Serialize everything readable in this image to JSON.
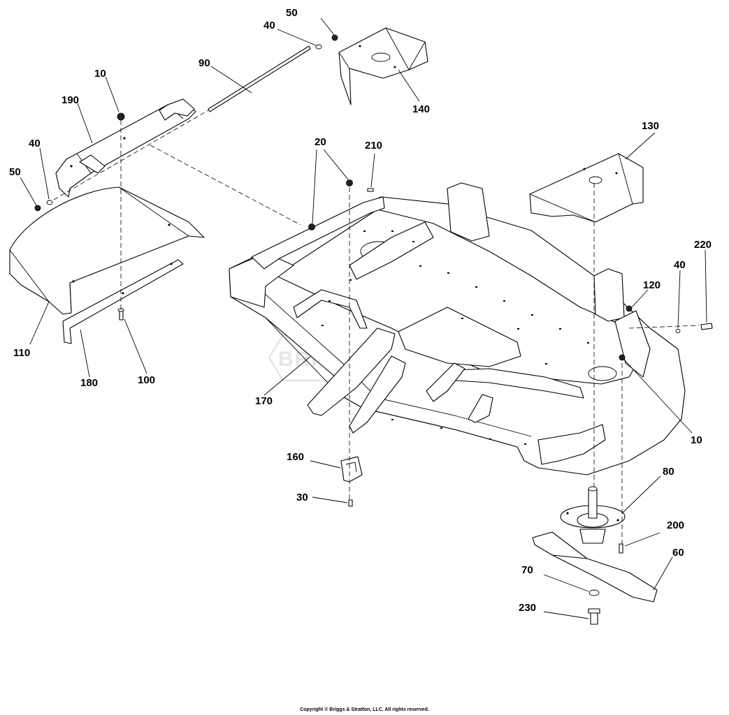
{
  "watermark": "BRIGGS & STRATTON",
  "copyright": "Copyright © Briggs & Stratton, LLC. All rights reserved.",
  "callouts": {
    "c50a": "50",
    "c40a": "40",
    "c90": "90",
    "c140": "140",
    "c10a": "10",
    "c190": "190",
    "c40b": "40",
    "c50b": "50",
    "c20": "20",
    "c210": "210",
    "c130": "130",
    "c220": "220",
    "c40c": "40",
    "c120": "120",
    "c110": "110",
    "c180": "180",
    "c100": "100",
    "c170": "170",
    "c10b": "10",
    "c160": "160",
    "c80": "80",
    "c30": "30",
    "c200": "200",
    "c60": "60",
    "c70": "70",
    "c230": "230"
  }
}
